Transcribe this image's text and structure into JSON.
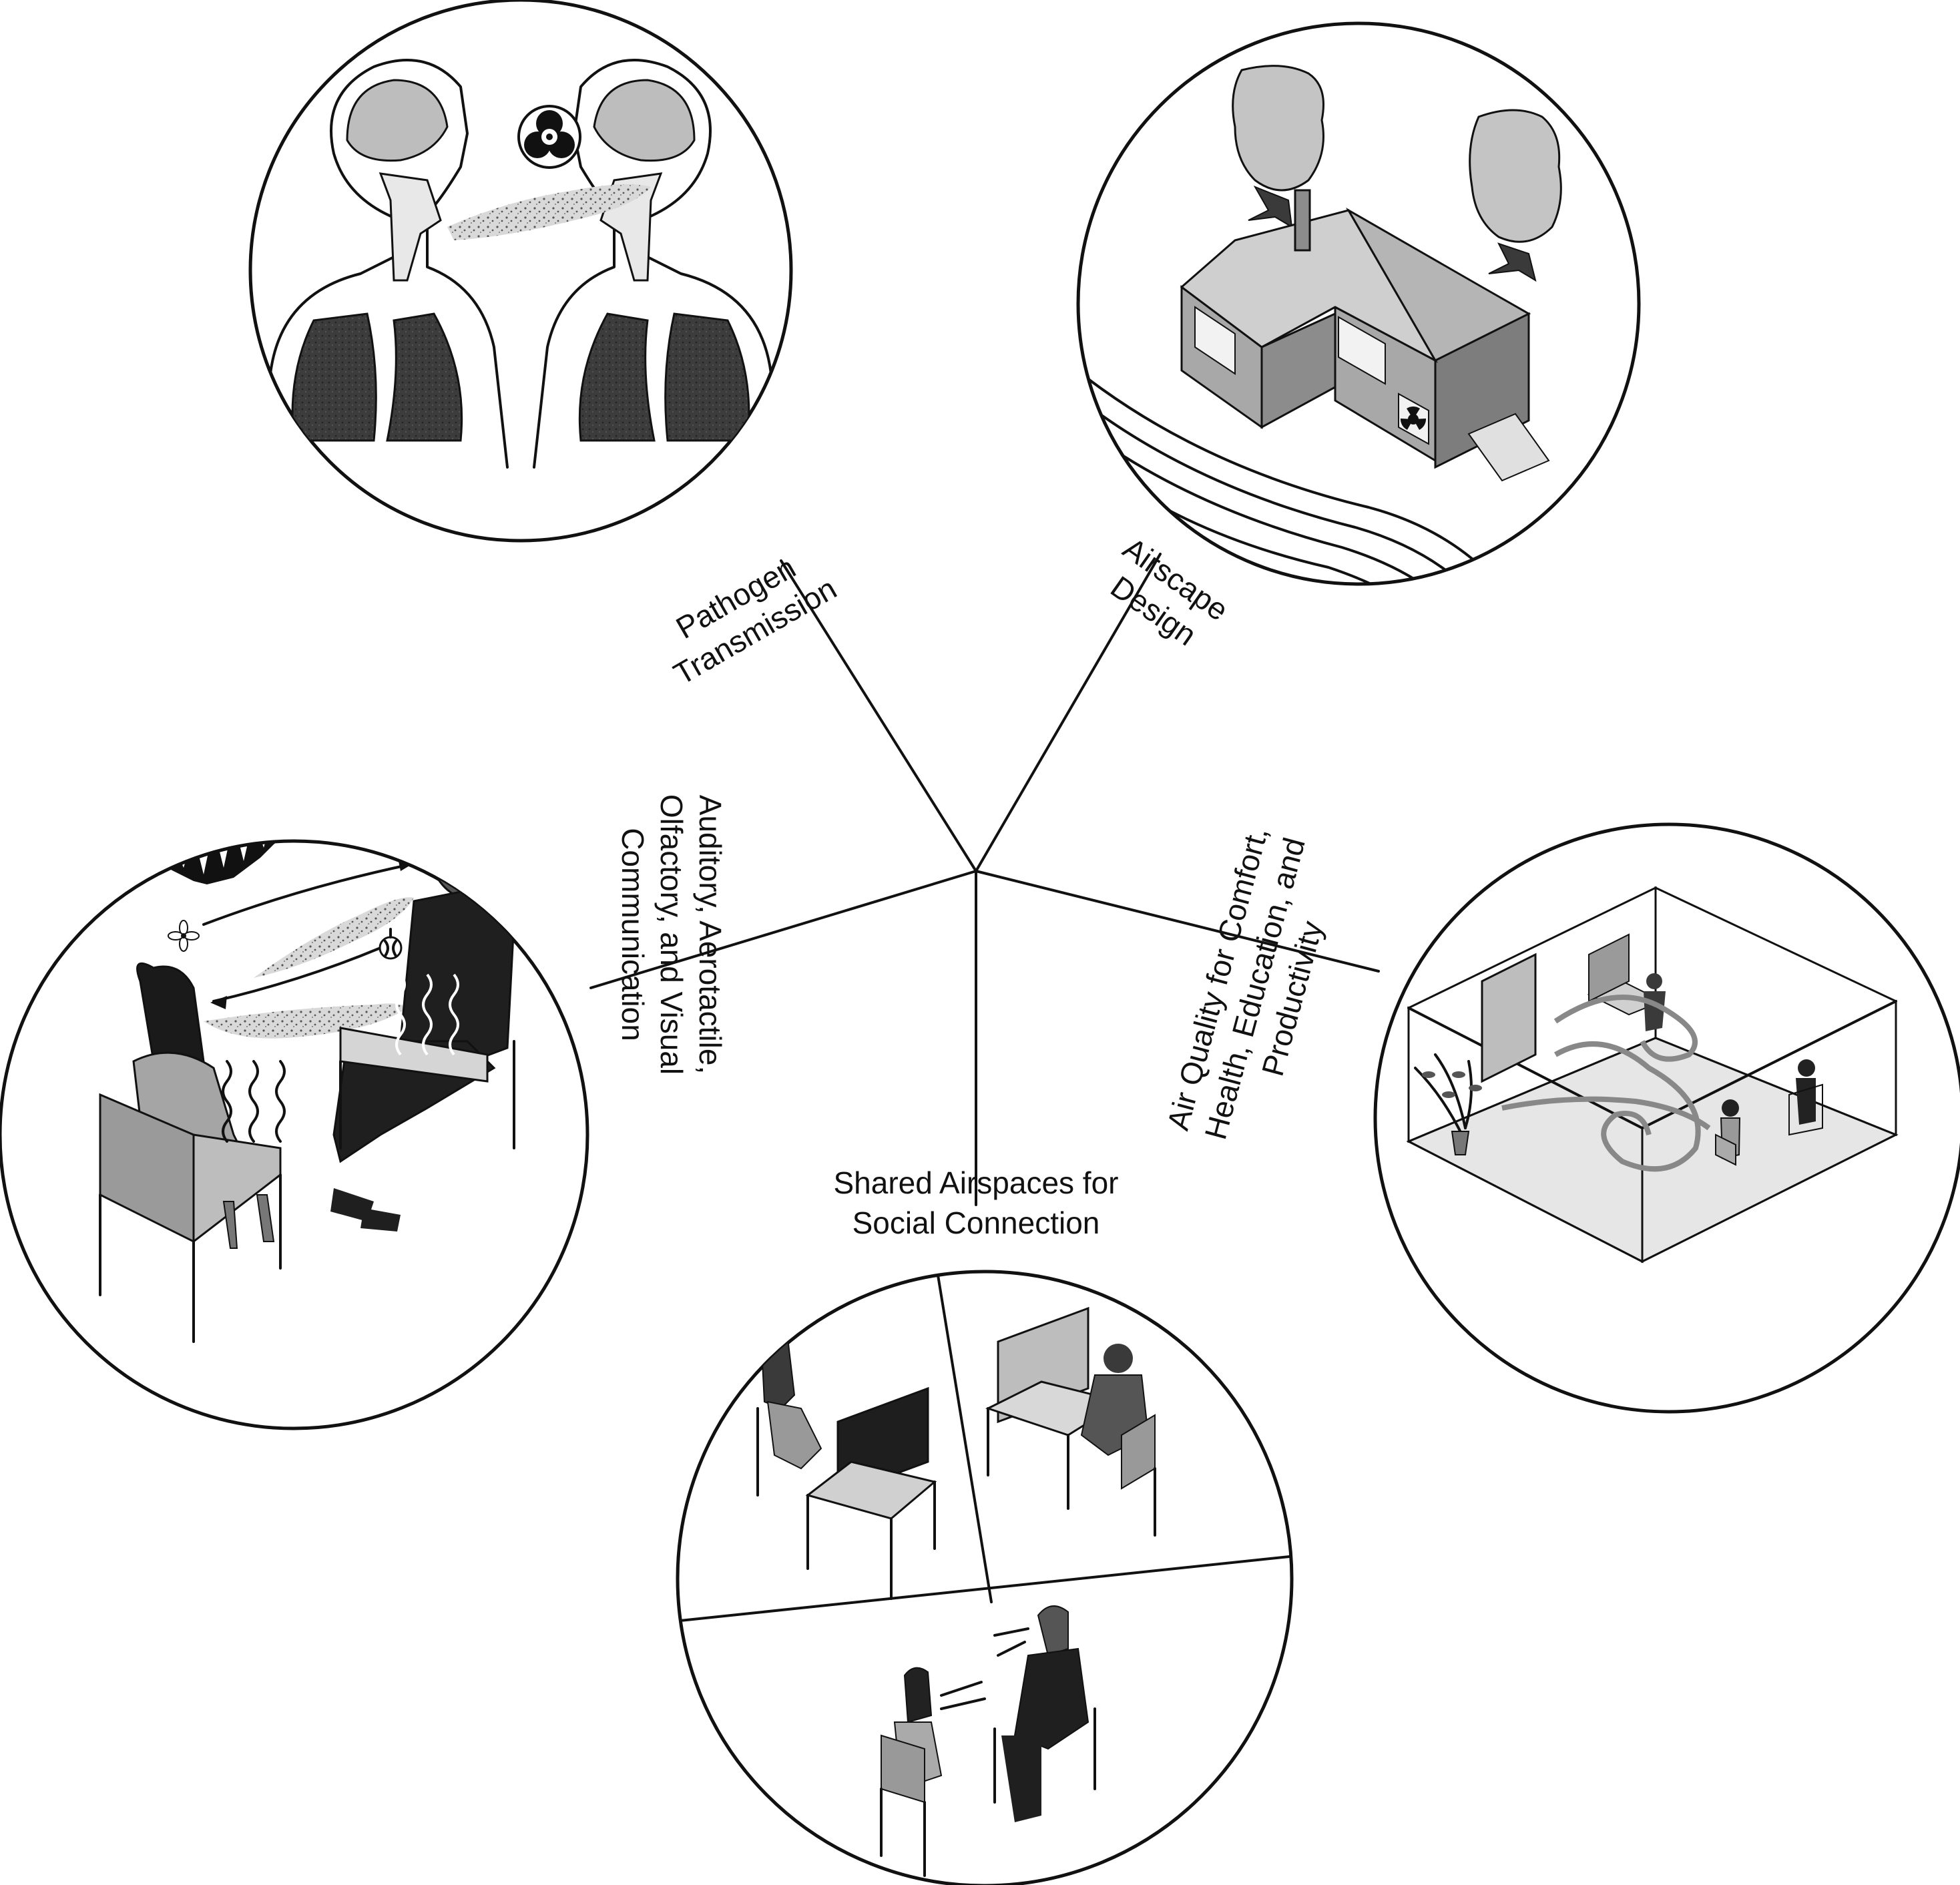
{
  "labels": {
    "pathogen": [
      "Pathogen",
      "Transmission"
    ],
    "airscape": [
      "Airscape",
      "Design"
    ],
    "communication": [
      "Auditory, Aerotactile,",
      "Olfactory, and Visual",
      "Communication"
    ],
    "air_quality": [
      "Air Quality for Comfort,",
      "Health, Education, and",
      "Productivity"
    ],
    "shared": [
      "Shared Airspaces for",
      "Social Connection"
    ]
  },
  "colors": {
    "ink": "#111111",
    "light_gray": "#c8c8c8",
    "mid_gray": "#9a9a9a",
    "dark_gray": "#3a3a3a",
    "dark_fill": "#222222"
  },
  "icons": [
    "biohazard-icon",
    "radiation-icon",
    "flower-icon",
    "onion-icon"
  ]
}
